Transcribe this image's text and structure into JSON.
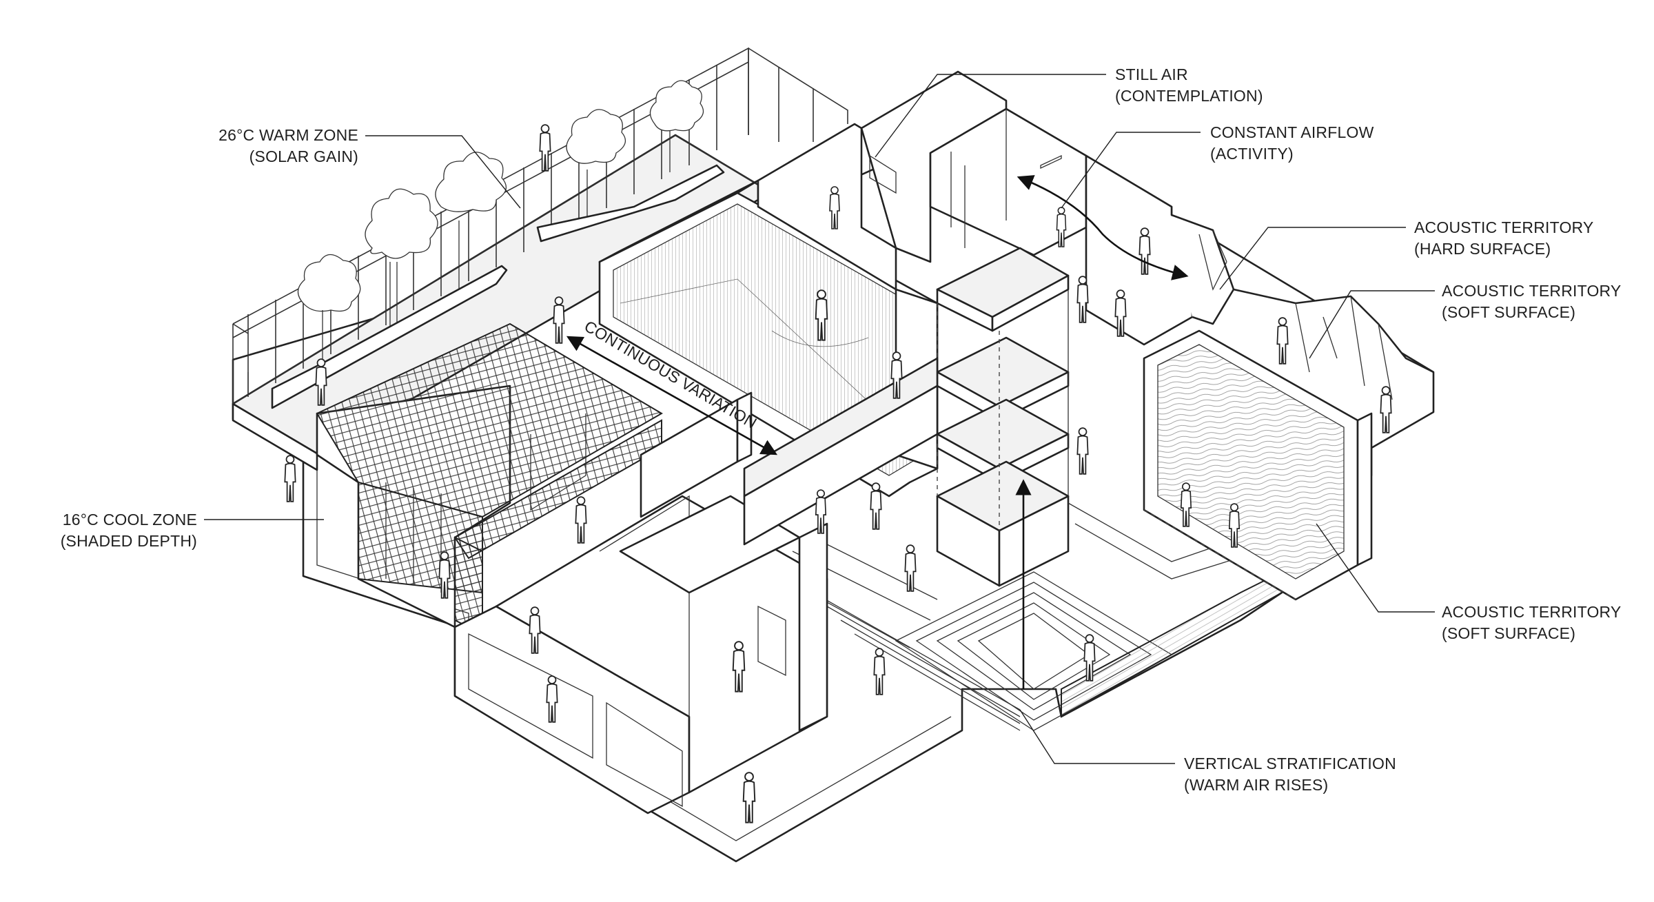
{
  "labels": {
    "warm_zone": {
      "line1": "26°C WARM ZONE",
      "line2": "(SOLAR GAIN)"
    },
    "cool_zone": {
      "line1": "16°C COOL ZONE",
      "line2": "(SHADED DEPTH)"
    },
    "still_air": {
      "line1": "STILL AIR",
      "line2": "(CONTEMPLATION)"
    },
    "constant_airflow": {
      "line1": "CONSTANT AIRFLOW",
      "line2": "(ACTIVITY)"
    },
    "acoustic_hard": {
      "line1": "ACOUSTIC TERRITORY",
      "line2": "(HARD SURFACE)"
    },
    "acoustic_soft_upper": {
      "line1": "ACOUSTIC TERRITORY",
      "line2": "(SOFT SURFACE)"
    },
    "acoustic_soft_lower": {
      "line1": "ACOUSTIC TERRITORY",
      "line2": "(SOFT SURFACE)"
    },
    "vertical_stratification": {
      "line1": "VERTICAL STRATIFICATION",
      "line2": "(WARM AIR RISES)"
    },
    "continuous_variation": "CONTINUOUS VARIATION"
  },
  "style": {
    "ink": "#1f1f1f",
    "paper": "#ffffff",
    "cut": "#f2f2f2"
  }
}
